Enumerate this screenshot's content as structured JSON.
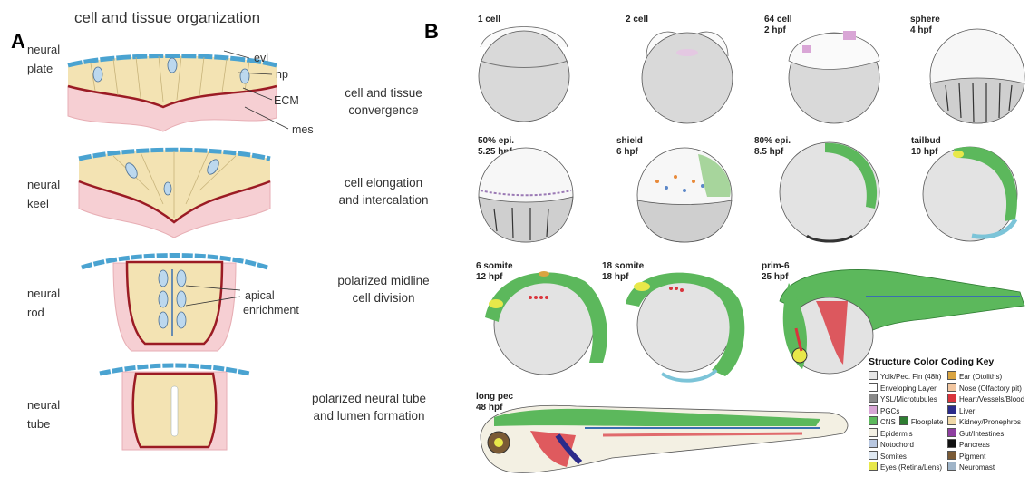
{
  "panel_a": {
    "letter": "A",
    "title": "cell and tissue organization",
    "rows": [
      {
        "stage": [
          "neural",
          "plate"
        ],
        "process": [
          "cell and tissue",
          "convergence"
        ]
      },
      {
        "stage": [
          "neural",
          "keel"
        ],
        "process": [
          "cell elongation",
          "and intercalation"
        ]
      },
      {
        "stage": [
          "neural",
          "rod"
        ],
        "process": [
          "polarized midline",
          "cell division"
        ]
      },
      {
        "stage": [
          "neural",
          "tube"
        ],
        "process": [
          "polarized neural tube",
          "and lumen formation"
        ]
      }
    ],
    "labels": {
      "evl": "evl",
      "np": "np",
      "ecm": "ECM",
      "mes": "mes",
      "apical": [
        "apical",
        "enrichment"
      ]
    }
  },
  "panel_b": {
    "letter": "B",
    "stages": [
      {
        "label": "1 cell"
      },
      {
        "label": "2 cell"
      },
      {
        "label": "64 cell\n2 hpf"
      },
      {
        "label": "sphere\n4 hpf"
      },
      {
        "label": "50% epi.\n5.25 hpf"
      },
      {
        "label": "shield\n6 hpf"
      },
      {
        "label": "80% epi.\n8.5 hpf"
      },
      {
        "label": "tailbud\n10 hpf"
      },
      {
        "label": "6 somite\n12 hpf"
      },
      {
        "label": "18 somite\n18 hpf"
      },
      {
        "label": "prim-6\n25 hpf"
      },
      {
        "label": "long pec\n48 hpf"
      }
    ],
    "key": {
      "title": "Structure Color Coding Key",
      "left": [
        {
          "label": "Yolk/Pec. Fin (48h)",
          "color": "#e6e6e6"
        },
        {
          "label": "Enveloping Layer",
          "color": "#ffffff"
        },
        {
          "label": "YSL/Microtubules",
          "color": "#8a8a8a"
        },
        {
          "label": "PGCs",
          "color": "#d9a6d6"
        },
        {
          "label": "CNS",
          "color": "#5cb85c"
        },
        {
          "label": "Epidermis",
          "color": "#f3f0e3"
        },
        {
          "label": "Notochord",
          "color": "#b8c7e0"
        },
        {
          "label": "Somites",
          "color": "#dfe8f2"
        },
        {
          "label": "Eyes (Retina/Lens)",
          "color": "#e8e84a"
        }
      ],
      "floorplate": {
        "label": "Floorplate",
        "color": "#2e7d32"
      },
      "right": [
        {
          "label": "Ear (Otoliths)",
          "color": "#d9a441"
        },
        {
          "label": "Nose (Olfactory pit)",
          "color": "#f2c6a0"
        },
        {
          "label": "Heart/Vessels/Blood",
          "color": "#d9343c"
        },
        {
          "label": "Liver",
          "color": "#2b2b8a"
        },
        {
          "label": "Kidney/Pronephros",
          "color": "#f0d9a8"
        },
        {
          "label": "Gut/Intestines",
          "color": "#8e3fa0"
        },
        {
          "label": "Pancreas",
          "color": "#111111"
        },
        {
          "label": "Pigment",
          "color": "#7a5a35"
        },
        {
          "label": "Neuromast",
          "color": "#9fb4c8"
        }
      ]
    }
  }
}
